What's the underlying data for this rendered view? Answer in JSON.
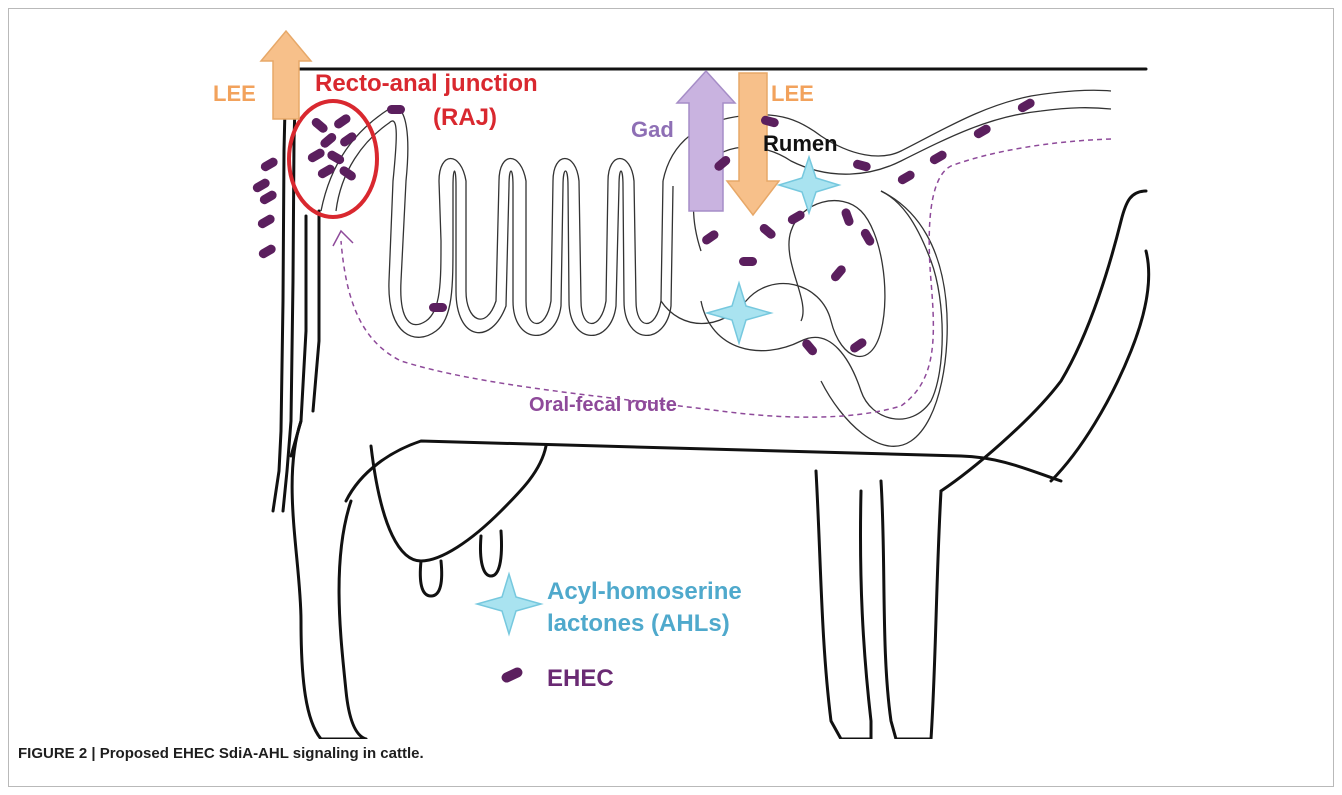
{
  "figure": {
    "caption": "FIGURE 2 | Proposed EHEC SdiA-AHL signaling in cattle."
  },
  "labels": {
    "lee_left": "LEE",
    "lee_right": "LEE",
    "raj_line1": "Recto-anal junction",
    "raj_line2": "(RAJ)",
    "gad": "Gad",
    "rumen": "Rumen",
    "route": "Oral-fecal route"
  },
  "legend": {
    "ahl_line1": "Acyl-homoserine",
    "ahl_line2": "lactones (AHLs)",
    "ehec": "EHEC"
  },
  "colors": {
    "lee_arrow": "#f7c08a",
    "lee_text": "#f2a25c",
    "gad_arrow": "#c9b3e0",
    "gad_text": "#8e6fb5",
    "raj_text": "#d9282f",
    "raj_circle": "#d9282f",
    "ehec": "#5b1f5e",
    "ahl_star": "#a9e3f0",
    "ahl_text": "#4fa9cc",
    "route_line": "#8e4a9a",
    "outline": "#111111"
  }
}
